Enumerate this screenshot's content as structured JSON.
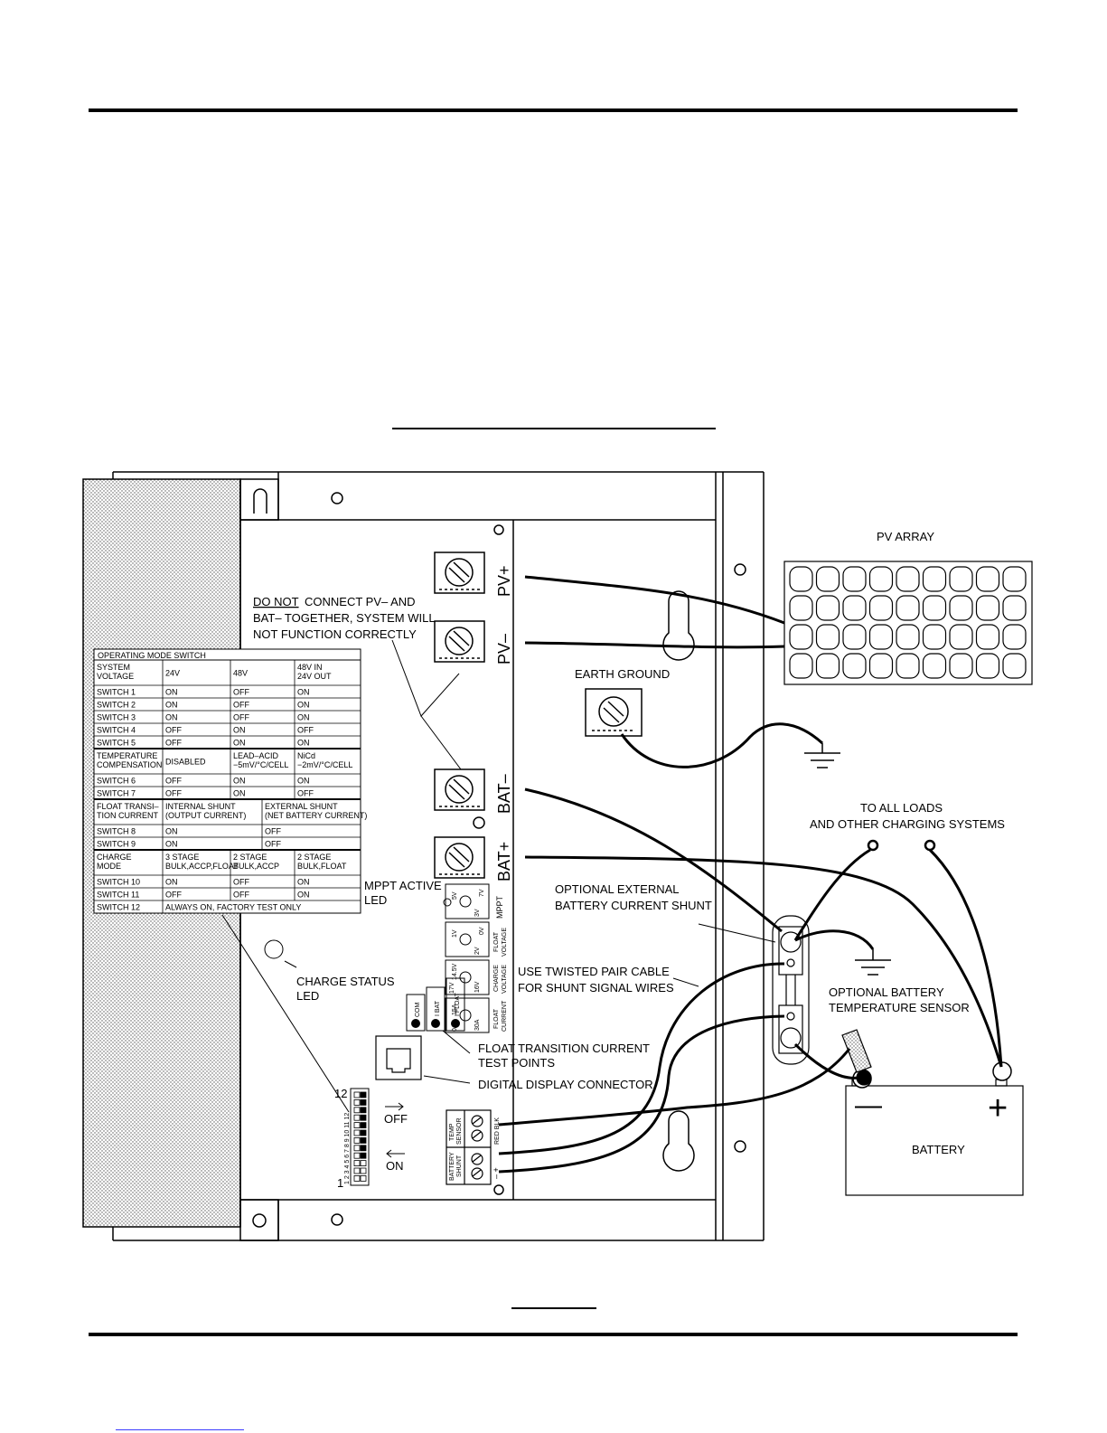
{
  "labels": {
    "pv_array": "PV ARRAY",
    "do_not_1": "DO NOT",
    "do_not_2": "CONNECT PV– AND",
    "do_not_3": "BAT– TOGETHER, SYSTEM WILL",
    "do_not_4": "NOT FUNCTION CORRECTLY",
    "earth_ground": "EARTH GROUND",
    "pv_plus": "PV+",
    "pv_minus": "PV–",
    "bat_minus": "BAT–",
    "bat_plus": "BAT+",
    "to_all_loads_1": "TO ALL LOADS",
    "to_all_loads_2": "AND OTHER CHARGING SYSTEMS",
    "mppt_led_1": "MPPT ACTIVE",
    "mppt_led_2": "LED",
    "shunt_1": "OPTIONAL EXTERNAL",
    "shunt_2": "BATTERY CURRENT SHUNT",
    "twisted_1": "USE TWISTED PAIR CABLE",
    "twisted_2": "FOR SHUNT SIGNAL WIRES",
    "charge_status_1": "CHARGE STATUS",
    "charge_status_2": "LED",
    "temp_sensor_1": "OPTIONAL BATTERY",
    "temp_sensor_2": "TEMPERATURE SENSOR",
    "float_tp_1": "FLOAT TRANSITION CURRENT",
    "float_tp_2": "TEST POINTS",
    "digital_display": "DIGITAL DISPLAY CONNECTOR",
    "battery": "BATTERY",
    "off": "OFF",
    "on": "ON",
    "dip_top": "12",
    "dip_bottom": "1",
    "dip_numbers": "1 2 3 4 5 6 7 8 9 10 11 12",
    "battery_minus": "—",
    "battery_plus": "+",
    "pot_mppt": "MPPT",
    "pot_float_voltage_1": "FLOAT",
    "pot_float_voltage_2": "VOLTAGE",
    "pot_charge_voltage_1": "CHARGE",
    "pot_charge_voltage_2": "VOLTAGE",
    "pot_float_current_1": "FLOAT",
    "pot_float_current_2": "CURRENT",
    "tp_com": "COM",
    "tp_ibat": "I BAT",
    "tp_ifloat": "I FLOAT",
    "term_temp_1": "TEMP",
    "term_temp_2": "SENSOR",
    "term_shunt_1": "BATTERY",
    "term_shunt_2": "SHUNT",
    "red_blk": "RED BLK",
    "minus_plus": "–  +"
  },
  "switch_table": {
    "title": "OPERATING MODE SWITCH",
    "rows": [
      [
        "SYSTEM|VOLTAGE",
        "24V",
        "48V",
        "48V IN|24V OUT"
      ],
      [
        "SWITCH 1",
        "ON",
        "OFF",
        "ON"
      ],
      [
        "SWITCH 2",
        "ON",
        "OFF",
        "ON"
      ],
      [
        "SWITCH 3",
        "ON",
        "OFF",
        "ON"
      ],
      [
        "SWITCH 4",
        "OFF",
        "ON",
        "OFF"
      ],
      [
        "SWITCH 5",
        "OFF",
        "ON",
        "ON"
      ],
      [
        "TEMPERATURE|COMPENSATION",
        "DISABLED",
        "LEAD–ACID|−5mV/°C/CELL",
        "NiCd|−2mV/°C/CELL"
      ],
      [
        "SWITCH 6",
        "OFF",
        "ON",
        "ON"
      ],
      [
        "SWITCH 7",
        "OFF",
        "ON",
        "OFF"
      ],
      [
        "FLOAT TRANSI–|TION CURRENT",
        "INTERNAL SHUNT|(OUTPUT CURRENT)",
        "",
        "EXTERNAL SHUNT|(NET BATTERY CURRENT)"
      ],
      [
        "SWITCH 8",
        "ON",
        "",
        "OFF"
      ],
      [
        "SWITCH 9",
        "ON",
        "",
        "OFF"
      ],
      [
        "CHARGE|MODE",
        "3 STAGE|BULK,ACCP,FLOAT",
        "2 STAGE|BULK,ACCP",
        "2 STAGE|BULK,FLOAT"
      ],
      [
        "SWITCH 10",
        "ON",
        "OFF",
        "ON"
      ],
      [
        "SWITCH 11",
        "OFF",
        "OFF",
        "ON"
      ],
      [
        "SWITCH 12",
        "ALWAYS ON, FACTORY TEST ONLY",
        "",
        ""
      ]
    ]
  },
  "pot_values": {
    "mppt": [
      "5V",
      "7V",
      "3V"
    ],
    "float_voltage": [
      "1V",
      "0V",
      "2V"
    ],
    "charge_voltage": [
      "14.5V",
      "17V",
      "16V"
    ],
    "float_current": [
      "15A",
      "0A",
      "30A"
    ]
  }
}
